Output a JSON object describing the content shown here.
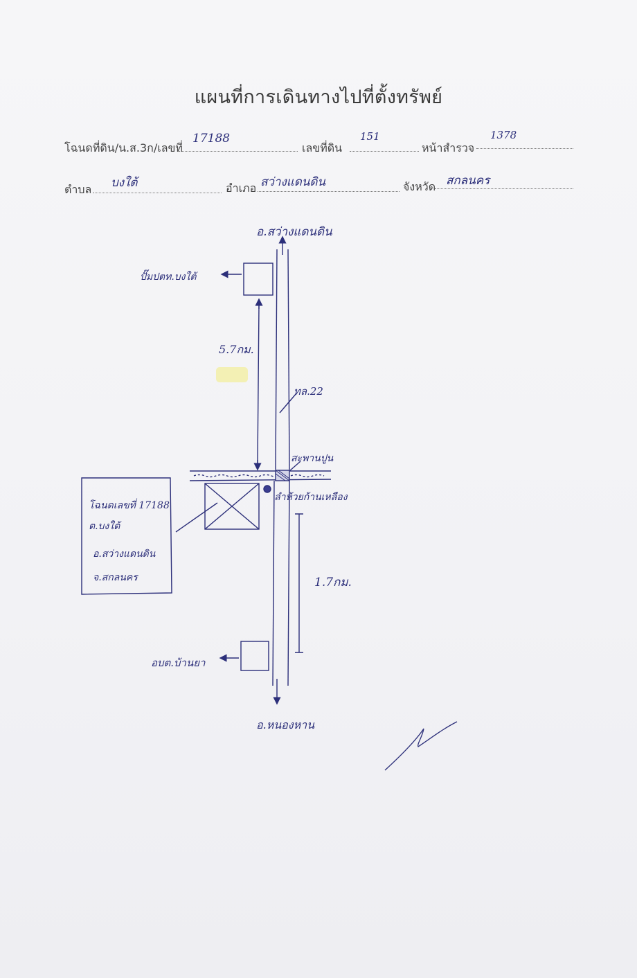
{
  "document": {
    "title": "แผนที่การเดินทางไปที่ตั้งทรัพย์",
    "row1": {
      "deed_label": "โฉนดที่ดิน/น.ส.3ก/เลขที่",
      "deed_value": "17188",
      "land_no_label": "เลขที่ดิน",
      "land_no_value": "151",
      "survey_page_label": "หน้าสำรวจ",
      "survey_page_value": "1378"
    },
    "row2": {
      "tambon_label": "ตำบล",
      "tambon_value": "บงใต้",
      "amphoe_label": "อำเภอ",
      "amphoe_value": "สว่างแดนดิน",
      "province_label": "จังหวัด",
      "province_value": "สกลนคร"
    }
  },
  "map": {
    "north_dest": "อ.สว่างแดนดิน",
    "south_dest": "อ.หนองหาน",
    "ptt_station": "ปั๊มปตท.บงใต้",
    "sao_office": "อบต.บ้านยา",
    "dist_top": "5.7กม.",
    "dist_bottom": "1.7กม.",
    "highway": "ทล.22",
    "bridge": "สะพานปูน",
    "stream": "ลำห้วยก้านเหลือง",
    "parcel_box": {
      "line1": "โฉนดเลขที่ 17188",
      "line2": "ต.บงใต้",
      "line3": "อ.สว่างแดนดิน",
      "line4": "จ.สกลนคร"
    }
  },
  "colors": {
    "ink_pen": "#2c2f7a",
    "paper": "#f4f4f6"
  }
}
